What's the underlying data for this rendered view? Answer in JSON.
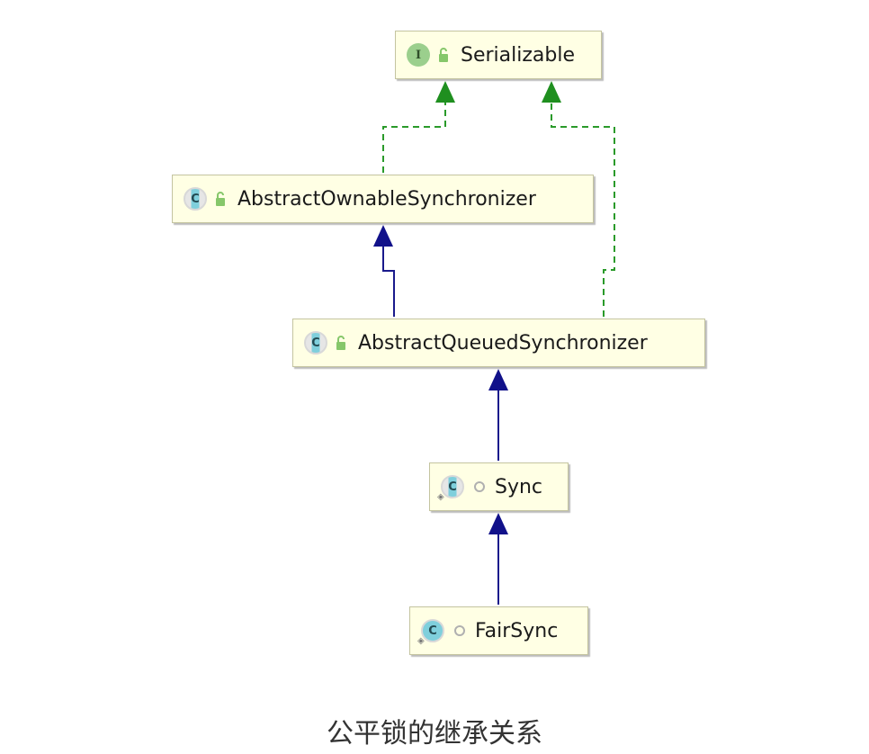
{
  "nodes": {
    "serializable": {
      "name": "Serializable",
      "kind_letter": "I",
      "kind": "interface",
      "visibility": "public"
    },
    "aos": {
      "name": "AbstractOwnableSynchronizer",
      "kind_letter": "C",
      "kind": "abstract class",
      "visibility": "public"
    },
    "aqs": {
      "name": "AbstractQueuedSynchronizer",
      "kind_letter": "C",
      "kind": "abstract class",
      "visibility": "public"
    },
    "sync": {
      "name": "Sync",
      "kind_letter": "C",
      "kind": "static abstract class",
      "visibility": "package-private"
    },
    "fairsync": {
      "name": "FairSync",
      "kind_letter": "C",
      "kind": "static class",
      "visibility": "package-private"
    }
  },
  "edges": [
    {
      "from": "aos",
      "to": "serializable",
      "type": "implements",
      "style": "dashed",
      "color": "#2a9a2a"
    },
    {
      "from": "aqs",
      "to": "serializable",
      "type": "implements",
      "style": "dashed",
      "color": "#2a9a2a"
    },
    {
      "from": "aqs",
      "to": "aos",
      "type": "extends",
      "style": "solid",
      "color": "#1a1a8c"
    },
    {
      "from": "sync",
      "to": "aqs",
      "type": "extends",
      "style": "solid",
      "color": "#1a1a8c"
    },
    {
      "from": "fairsync",
      "to": "sync",
      "type": "extends",
      "style": "solid",
      "color": "#1a1a8c"
    }
  ],
  "colors": {
    "node_fill": "#ffffe4",
    "extends_line": "#1a1a8c",
    "implements_line": "#2a9a2a"
  },
  "caption": "公平锁的继承关系"
}
